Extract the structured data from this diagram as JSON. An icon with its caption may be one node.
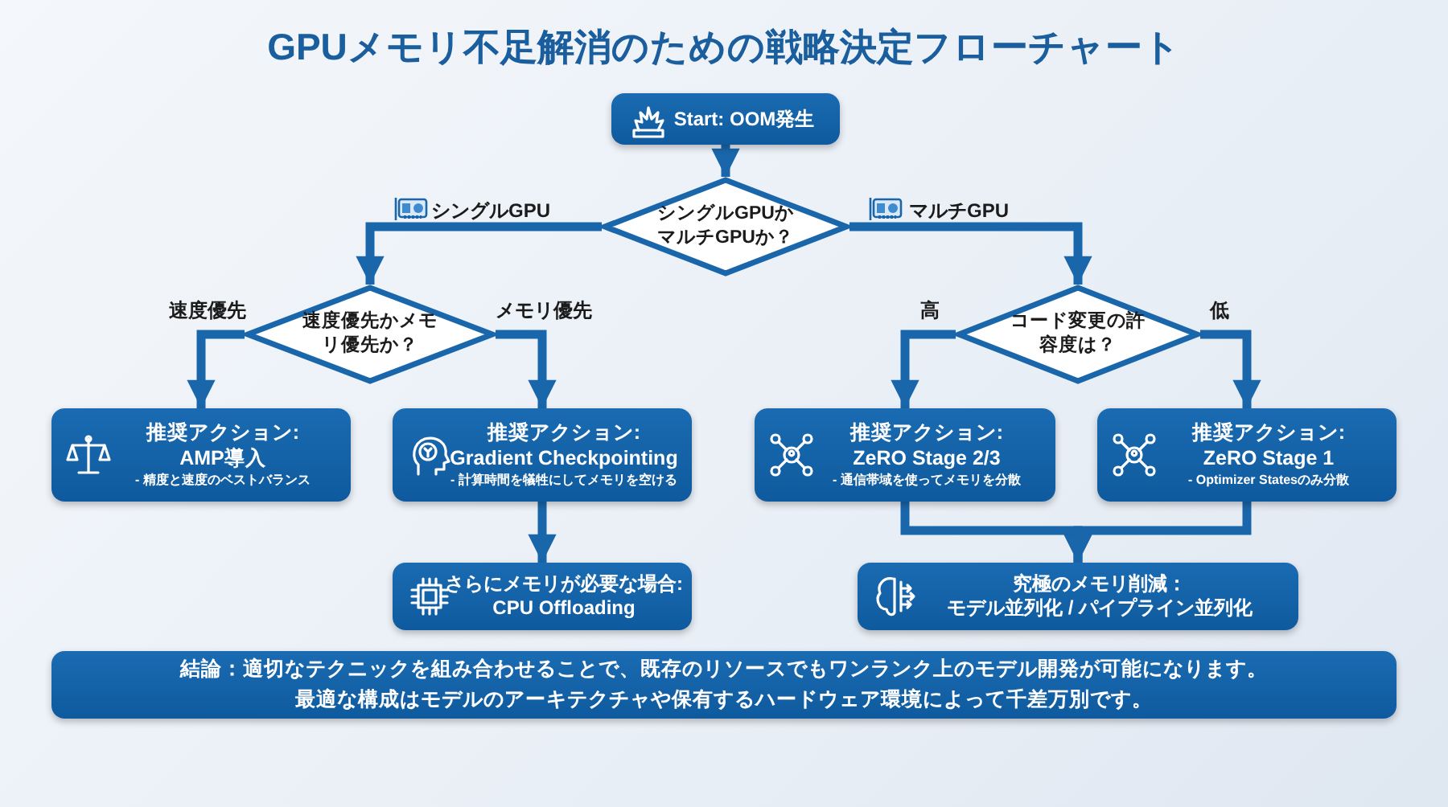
{
  "diagram": {
    "title": "GPUメモリ不足解消のための戦略決定フローチャート",
    "nodes": [
      {
        "text": [
          "Start: OOM発生"
        ]
      },
      {
        "text": [
          "シングルGPUかマルチGPUか？"
        ]
      },
      {
        "text": [
          "速度優先かメモリ優先か？"
        ]
      },
      {
        "text": [
          "コード変更の許容度は？"
        ]
      },
      {
        "text": [
          "推奨アクション:",
          "AMP導入",
          "- 精度と速度のベストバランス"
        ]
      },
      {
        "text": [
          "推奨アクション:",
          "Gradient Checkpointing",
          "- 計算時間を犠牲にしてメモリを空ける"
        ]
      },
      {
        "text": [
          "推奨アクション:",
          "ZeRO Stage 2/3",
          "- 通信帯域を使ってメモリを分散"
        ]
      },
      {
        "text": [
          "推奨アクション:",
          "ZeRO Stage 1",
          "- Optimizer Statesのみ分散"
        ]
      },
      {
        "text": [
          "さらにメモリが必要な場合:",
          "CPU Offloading"
        ]
      },
      {
        "text": [
          "究極のメモリ削減：",
          "モデル並列化 / パイプライン並列化"
        ]
      },
      {
        "text": [
          "結論：適切なテクニックを組み合わせることで、既存のリソースでもワンランク上のモデル開発が可能になります。最適な構成はモデルのアーキテクチャや保有するハードウェア環境によって千差万別です。"
        ]
      }
    ],
    "edges": [
      {
        "from": 0,
        "to": 1,
        "arrow": "to"
      },
      {
        "from": 1,
        "to": 2,
        "arrow": "to",
        "label": "シングルGPU"
      },
      {
        "from": 1,
        "to": 3,
        "arrow": "to",
        "label": "マルチGPU"
      },
      {
        "from": 2,
        "to": 4,
        "arrow": "to",
        "label": "速度優先"
      },
      {
        "from": 2,
        "to": 5,
        "arrow": "to",
        "label": "メモリ優先"
      },
      {
        "from": 3,
        "to": 6,
        "arrow": "to",
        "label": "高"
      },
      {
        "from": 3,
        "to": 7,
        "arrow": "to",
        "label": "低"
      },
      {
        "from": 5,
        "to": 8,
        "arrow": "to"
      },
      {
        "from": 6,
        "to": 9,
        "arrow": "to"
      },
      {
        "from": 7,
        "to": 9,
        "arrow": "to"
      }
    ]
  }
}
